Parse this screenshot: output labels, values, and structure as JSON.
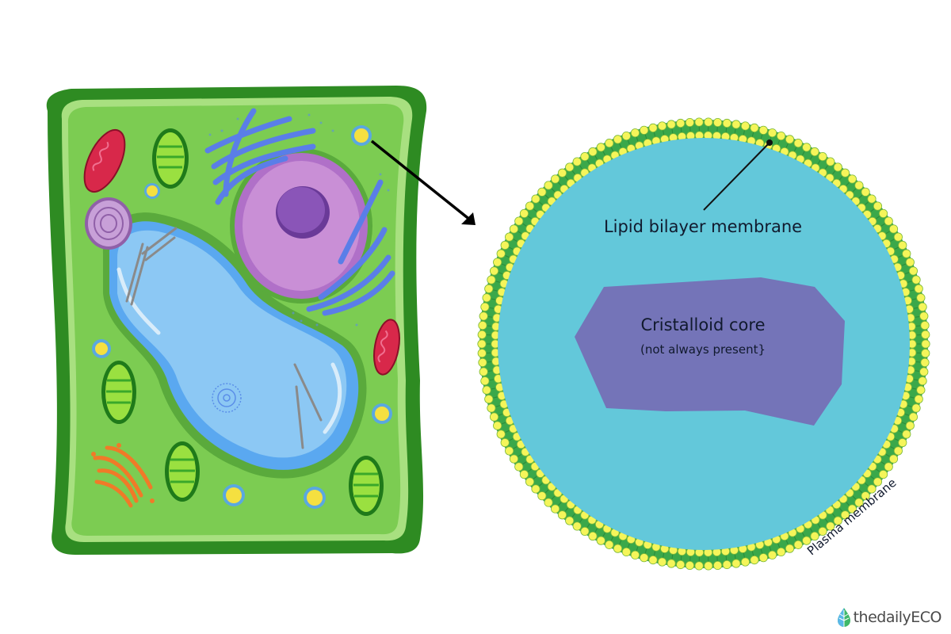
{
  "diagram": {
    "subject": "Plant cell with magnified oleosome (lipid body)",
    "labels": {
      "lipid_bilayer": "Lipid bilayer membrane",
      "core_title": "Cristalloid core",
      "core_subtitle": "(not always present}",
      "plasma_membrane": "Plasma membrane"
    },
    "colors": {
      "cell_wall": "#2e8b22",
      "cytoplasm": "#7ccc52",
      "vacuole": "#8cc8f4",
      "nucleus": "#c98fd6",
      "nucleolus": "#8a55b8",
      "er": "#5a7ee8",
      "mitochondria": "#d8284a",
      "chloroplast": "#3aa82a",
      "golgi": "#f07a28",
      "oleosome_interior": "#63c8da",
      "membrane_green": "#3aa84a",
      "phospholipid_head": "#f5f55a",
      "core": "#7474b8"
    }
  },
  "branding": {
    "logo_icon": "leaf-drop-icon",
    "name": "thedailyECO"
  }
}
